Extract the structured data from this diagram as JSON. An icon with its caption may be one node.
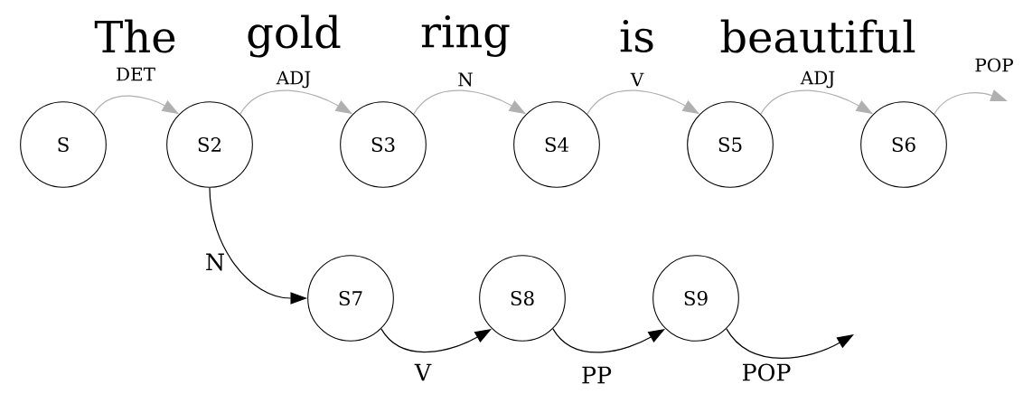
{
  "diagram": {
    "nodes": [
      {
        "text": [
          "S"
        ]
      },
      {
        "text": [
          "S2"
        ]
      },
      {
        "text": [
          "S3"
        ]
      },
      {
        "text": [
          "S4"
        ]
      },
      {
        "text": [
          "S5"
        ]
      },
      {
        "text": [
          "S6"
        ]
      },
      {
        "text": [
          "S7"
        ]
      },
      {
        "text": [
          "S8"
        ]
      },
      {
        "text": [
          "S9"
        ]
      }
    ],
    "edges": [
      {
        "from": 0,
        "to": 1,
        "arrow": "to",
        "label": "DET"
      },
      {
        "from": 1,
        "to": 2,
        "arrow": "to",
        "label": "ADJ"
      },
      {
        "from": 2,
        "to": 3,
        "arrow": "to",
        "label": "N"
      },
      {
        "from": 3,
        "to": 4,
        "arrow": "to",
        "label": "V"
      },
      {
        "from": 4,
        "to": 5,
        "arrow": "to",
        "label": "ADJ"
      },
      {
        "from": 5,
        "to": null,
        "arrow": "to",
        "label": "POP"
      },
      {
        "from": 1,
        "to": 6,
        "arrow": "to",
        "label": "N",
        "color": "#000000"
      },
      {
        "from": 6,
        "to": 7,
        "arrow": "to",
        "label": "V",
        "color": "#000000"
      },
      {
        "from": 7,
        "to": 8,
        "arrow": "to",
        "label": "PP",
        "color": "#000000"
      },
      {
        "from": 8,
        "to": null,
        "arrow": "to",
        "label": "POP",
        "color": "#000000"
      }
    ],
    "labels": [
      "The",
      "gold",
      "ring",
      "is",
      "beautiful"
    ]
  }
}
